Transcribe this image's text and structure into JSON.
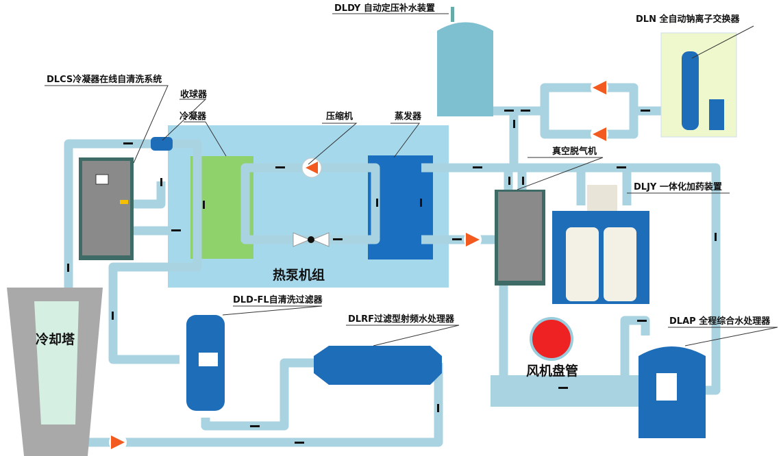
{
  "labels": {
    "dldy": "DLDY 自动定压补水装置",
    "dln": "DLN 全自动钠离子交换器",
    "dlcs": "DLCS冷凝器在线自清洗系统",
    "collector": "收球器",
    "condenser": "冷凝器",
    "compressor": "压缩机",
    "evaporator": "蒸发器",
    "degasser": "真空脱气机",
    "dljy": "DLJY 一体化加药装置",
    "heat_pump": "热泵机组",
    "dld_fl": "DLD-FL自清洗过滤器",
    "dlrf": "DLRF过滤型射频水处理器",
    "dlap": "DLAP 全程综合水处理器",
    "cooling_tower": "冷却塔",
    "fan_coil": "风机盘管"
  },
  "colors": {
    "pipe": "#a9d3e0",
    "heat_pump_bg": "#a6d8ec",
    "condenser": "#8fd16a",
    "evaporator": "#1a6fc0",
    "equipment_blue": "#1e6db8",
    "pump": "#f25a1f",
    "cabinet": "#8a8a8a"
  }
}
